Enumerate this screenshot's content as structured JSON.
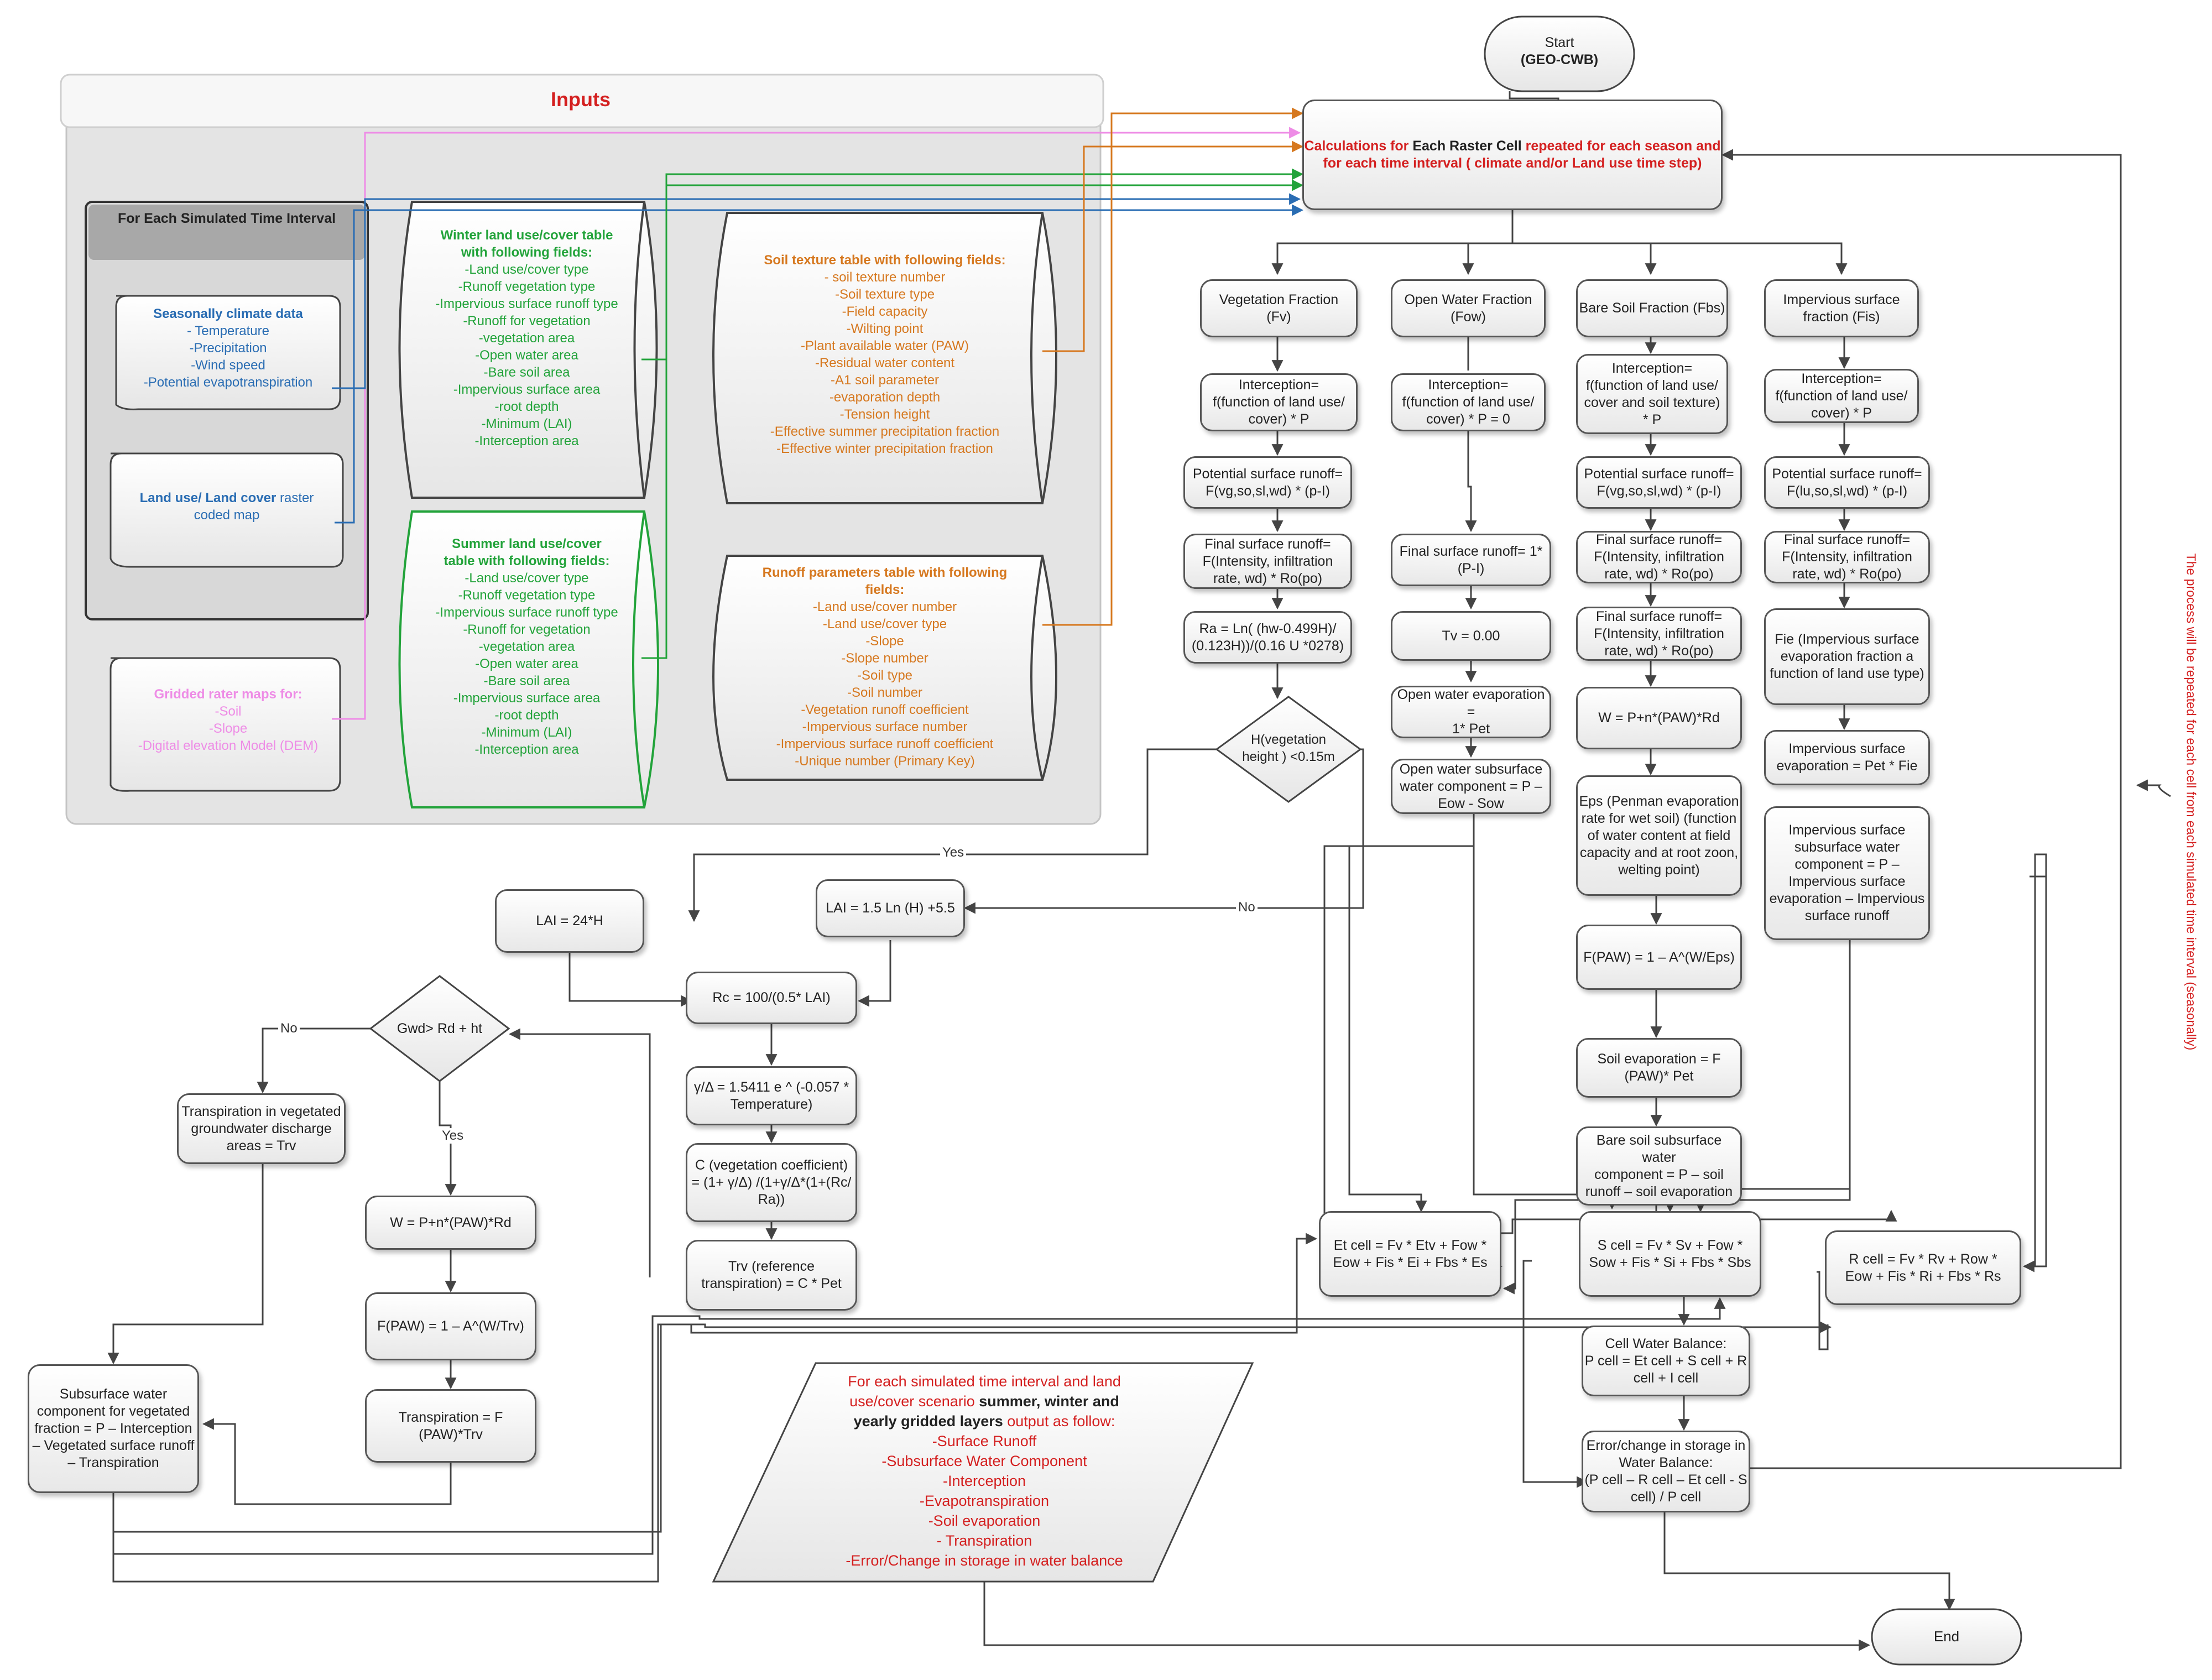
{
  "inputs": {
    "title": "Inputs"
  },
  "time_interval": {
    "title": "For Each Simulated Time Interval"
  },
  "climate": {
    "title": "Seasonally climate data",
    "items": [
      "- Temperature",
      "-Precipitation",
      "-Wind speed",
      "-Potential evapotranspiration"
    ]
  },
  "landuse_map": {
    "bold": "Land use/ Land cover",
    "rest": " raster coded map"
  },
  "gridded": {
    "title": "Gridded rater maps for:",
    "items": [
      "-Soil",
      "-Slope",
      "-Digital elevation Model (DEM)"
    ]
  },
  "winter_table": {
    "title": "Winter land use/cover table with following fields:",
    "items": [
      "-Land use/cover type",
      "-Runoff vegetation type",
      "-Impervious surface runoff type",
      "-Runoff for vegetation",
      "-vegetation area",
      "-Open water area",
      "-Bare soil area",
      "-Impervious surface area",
      "-root depth",
      "-Minimum (LAI)",
      "-Interception area"
    ]
  },
  "summer_table": {
    "title": "Summer  land use/cover table with following fields:",
    "items": [
      "-Land use/cover type",
      "-Runoff vegetation type",
      "-Impervious surface runoff type",
      "-Runoff for vegetation",
      "-vegetation area",
      "-Open water area",
      "-Bare soil area",
      "-Impervious surface area",
      "-root depth",
      "-Minimum (LAI)",
      "-Interception area"
    ]
  },
  "soil_table": {
    "title": "Soil texture table with following fields:",
    "items": [
      "- soil texture number",
      "-Soil texture type",
      "-Field capacity",
      "-Wilting point",
      "-Plant available water (PAW)",
      "-Residual water content",
      "-A1 soil parameter",
      "-evaporation depth",
      "-Tension height",
      "-Effective summer precipitation fraction",
      "-Effective winter precipitation fraction"
    ]
  },
  "runoff_table": {
    "title": "Runoff parameters table with following fields:",
    "items": [
      "-Land use/cover number",
      "-Land use/cover type",
      "-Slope",
      "-Slope number",
      "-Soil type",
      "-Soil number",
      "-Vegetation runoff coefficient",
      "-Impervious surface number",
      "-Impervious surface runoff coefficient",
      "-Unique number (Primary Key)"
    ]
  },
  "start": {
    "line1": "Start",
    "line2": "(GEO-CWB)"
  },
  "calc": {
    "p1": "Calculations for ",
    "p2": "Each Raster Cell",
    "p3": " repeated for each season and",
    "line2": "for each time interval ( climate and/or Land use time step)"
  },
  "veg": {
    "fraction": [
      "Vegetation Fraction",
      "(Fv)"
    ],
    "interception": [
      "Interception=",
      "f(function of land use/",
      "cover) * P"
    ],
    "potential_runoff": [
      "Potential surface runoff=",
      "F(vg,so,sl,wd) * (p-I)"
    ],
    "final_runoff": [
      "Final surface runoff=",
      "F(Intensity, infiltration",
      "rate, wd) * Ro(po)"
    ],
    "ra": [
      "Ra = Ln( (hw-0.499H)/",
      "(0.123H))/(0.16 U *0278)"
    ],
    "decision": [
      "H(vegetation",
      "height ) <0.15m"
    ]
  },
  "water": {
    "fraction": [
      "Open Water Fraction",
      "(Fow)"
    ],
    "interception": [
      "Interception=",
      "f(function of land use/",
      "cover) * P = 0"
    ],
    "final_runoff": [
      "Final surface runoff= 1*",
      "(P-I)"
    ],
    "tv": [
      "Tv = 0.00"
    ],
    "evap": [
      "Open water evaporation =",
      "1* Pet"
    ],
    "subsurface": [
      "Open water subsurface",
      "water component = P –",
      "Eow - Sow"
    ]
  },
  "bare": {
    "fraction": [
      "Bare Soil Fraction (Fbs)"
    ],
    "interception": [
      "Interception=",
      "f(function of land use/",
      "cover and soil texture)",
      "* P"
    ],
    "potential_runoff": [
      "Potential surface runoff=",
      "F(vg,so,sl,wd) * (p-I)"
    ],
    "final_runoff1": [
      "Final surface runoff=",
      "F(Intensity, infiltration",
      "rate, wd) * Ro(po)"
    ],
    "final_runoff2": [
      "Final surface runoff=",
      "F(Intensity, infiltration",
      "rate, wd) * Ro(po)"
    ],
    "w": [
      "W = P+n*(PAW)*Rd"
    ],
    "eps": [
      "Eps (Penman evaporation",
      "rate for wet soil) (function",
      "of water content at field",
      "capacity and at root zoon,",
      "welting point)"
    ],
    "fpaw": [
      "F(PAW) = 1 – A^(W/Eps)"
    ],
    "soil_evap": [
      "Soil evaporation  = F",
      "(PAW)* Pet"
    ],
    "subsurface": [
      "Bare soil subsurface water",
      "component = P – soil",
      "runoff – soil evaporation"
    ]
  },
  "imp": {
    "fraction": [
      "Impervious surface",
      "fraction (Fis)"
    ],
    "interception": [
      "Interception=",
      "f(function of land use/",
      "cover) * P"
    ],
    "potential_runoff": [
      "Potential surface runoff=",
      "F(lu,so,sl,wd) * (p-I)"
    ],
    "final_runoff": [
      "Final surface runoff=",
      "F(Intensity, infiltration",
      "rate, wd) * Ro(po)"
    ],
    "fie": [
      "Fie (Impervious surface",
      "evaporation fraction a",
      "function of land use type)"
    ],
    "evap": [
      "Impervious surface",
      "evaporation =  Pet * Fie"
    ],
    "subsurface": [
      "Impervious surface",
      "subsurface water",
      "component  = P –",
      "Impervious surface",
      "evaporation – Impervious",
      "surface runoff"
    ]
  },
  "lai_low": [
    "LAI = 24*H"
  ],
  "lai_high": [
    "LAI = 1.5 Ln (H) +5.5"
  ],
  "rc": [
    "Rc = 100/(0.5* LAI)"
  ],
  "gamma": [
    "γ/Δ = 1.5411 e ^ (-0.057 *",
    "Temperature)"
  ],
  "c_coef": [
    "C (vegetation coefficient)",
    "= (1+ γ/Δ) /(1+γ/Δ*(1+(Rc/",
    "Ra))"
  ],
  "trv": [
    "Trv (reference",
    "transpiration) = C * Pet"
  ],
  "gwd": [
    "Gwd> Rd + ht"
  ],
  "transp_gw": [
    "Transpiration in vegetated",
    "groundwater discharge",
    "areas = Trv"
  ],
  "w_trv": [
    "W = P+n*(PAW)*Rd"
  ],
  "fpaw_trv": [
    "F(PAW) = 1 – A^(W/Trv)"
  ],
  "transpiration": [
    "Transpiration = F",
    "(PAW)*Trv"
  ],
  "veg_subsurface": [
    "Subsurface water",
    "component for vegetated",
    "fraction = P – Interception",
    "– Vegetated surface runoff",
    "– Transpiration"
  ],
  "et_cell": [
    "Et cell = Fv * Etv + Fow *",
    "Eow + Fis * Ei + Fbs * Es"
  ],
  "s_cell": [
    "S cell = Fv * Sv + Fow *",
    "Sow + Fis * Si + Fbs * Sbs"
  ],
  "r_cell": [
    "R  cell = Fv * Rv + Row *",
    "Eow + Fis * Ri + Fbs * Rs"
  ],
  "balance": [
    "Cell Water Balance:",
    "P cell = Et cell + S cell + R",
    "cell + I cell"
  ],
  "error": [
    "Error/change in storage in",
    "Water Balance:",
    "(P cell – R cell  – Et cell  - S",
    "cell) / P cell"
  ],
  "end": [
    "End"
  ],
  "output": {
    "red1": "For each simulated time interval and land",
    "red2a": "use/cover scenario ",
    "bold2": "summer, winter and",
    "bold3": "yearly gridded layers",
    "red3": " output as follow:",
    "items": [
      "-Surface Runoff",
      "-Subsurface Water Component",
      "-Interception",
      "-Evapotranspiration",
      "-Soil evaporation",
      "- Transpiration",
      "-Error/Change in storage in water balance"
    ]
  },
  "labels": {
    "yes1": "Yes",
    "no1": "No",
    "no2": "No",
    "yes2": "Yes"
  },
  "side_note": "The process will be repeated for each cell from each simulated time interval (seasonally)",
  "colors": {
    "red": "#d42020",
    "blue": "#2a6db3",
    "green": "#22a33a",
    "orange": "#d6781f",
    "pink": "#ee8ce6"
  }
}
